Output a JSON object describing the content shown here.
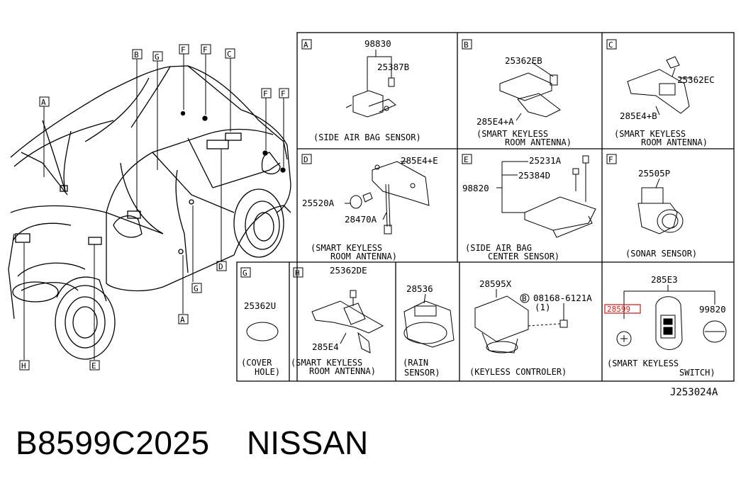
{
  "diagram_code": "J253024A",
  "footer": {
    "part_number": "B8599C2025",
    "brand": "NISSAN"
  },
  "car_labels": [
    "A",
    "B",
    "C",
    "D",
    "E",
    "F",
    "G",
    "H"
  ],
  "panels": {
    "A": {
      "letter": "A",
      "parts": [
        "98830",
        "25387B"
      ],
      "caption": [
        "(SIDE AIR BAG SENSOR)"
      ]
    },
    "B": {
      "letter": "B",
      "parts": [
        "25362EB",
        "285E4+A"
      ],
      "caption": [
        "(SMART KEYLESS",
        "ROOM ANTENNA)"
      ]
    },
    "C": {
      "letter": "C",
      "parts": [
        "25362EC",
        "285E4+B"
      ],
      "caption": [
        "(SMART KEYLESS",
        "ROOM ANTENNA)"
      ]
    },
    "D": {
      "letter": "D",
      "parts": [
        "285E4+E",
        "25520A",
        "28470A"
      ],
      "caption": [
        "(SMART KEYLESS",
        "ROOM ANTENNA)"
      ]
    },
    "E": {
      "letter": "E",
      "parts": [
        "25231A",
        "25384D",
        "98820"
      ],
      "caption": [
        "(SIDE AIR BAG",
        "CENTER SENSOR)"
      ]
    },
    "F": {
      "letter": "F",
      "parts": [
        "25505P"
      ],
      "caption": [
        "(SONAR SENSOR)"
      ]
    },
    "G": {
      "letter": "G",
      "parts": [
        "25362U"
      ],
      "caption": [
        "(COVER",
        "HOLE)"
      ]
    },
    "H": {
      "letter": "H",
      "parts": [
        "25362DE",
        "285E4"
      ],
      "caption": [
        "(SMART KEYLESS",
        "ROOM ANTENNA)"
      ]
    },
    "rain": {
      "parts": [
        "28536"
      ],
      "caption": [
        "(RAIN",
        "SENSOR)"
      ]
    },
    "keyless": {
      "parts": [
        "28595X"
      ],
      "bolt_circle": "B",
      "bolt_part": "08168-6121A",
      "bolt_qty": "(1)",
      "caption": [
        "(KEYLESS CONTROLER)"
      ]
    },
    "switch": {
      "parts": [
        "285E3",
        "28599",
        "99820"
      ],
      "caption": [
        "(SMART KEYLESS",
        "SWITCH)"
      ],
      "highlight_color": "#e0201b"
    }
  }
}
